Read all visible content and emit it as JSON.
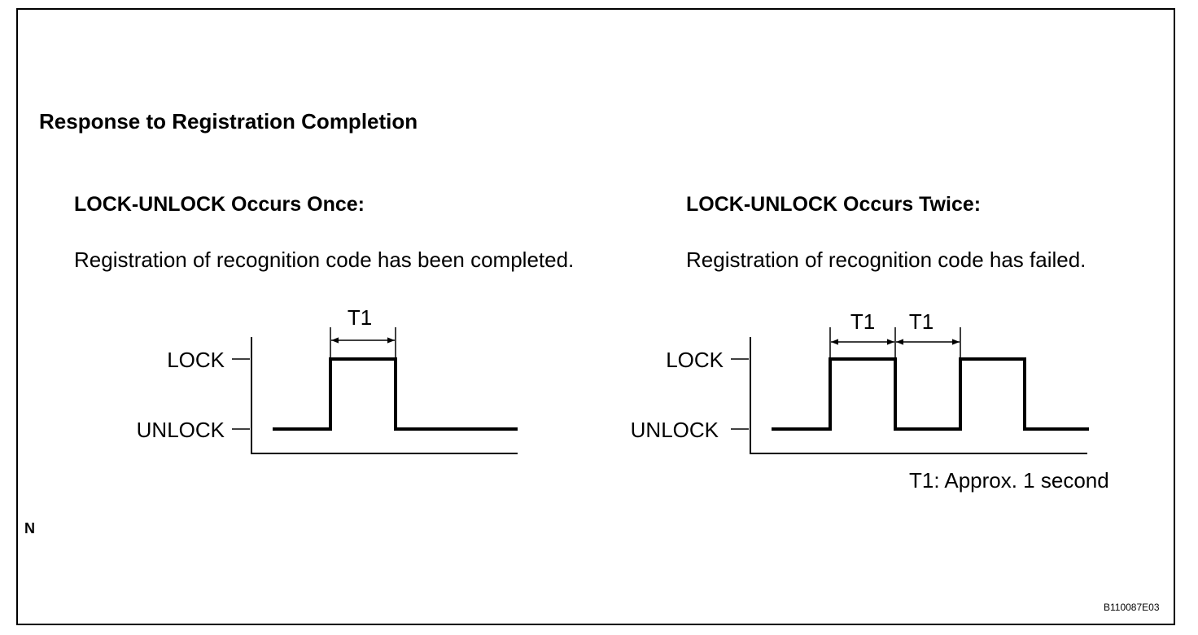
{
  "heading": "Response to Registration Completion",
  "left": {
    "title": "LOCK-UNLOCK Occurs Once:",
    "description": "Registration of recognition code has been completed.",
    "lock_label": "LOCK",
    "unlock_label": "UNLOCK",
    "interval_label": "T1"
  },
  "right": {
    "title": "LOCK-UNLOCK Occurs Twice:",
    "description": "Registration of recognition code has failed.",
    "lock_label": "LOCK",
    "unlock_label": "UNLOCK",
    "interval_label_1": "T1",
    "interval_label_2": "T1"
  },
  "note": "T1: Approx. 1 second",
  "corner_mark": "N",
  "figure_code": "B110087E03"
}
